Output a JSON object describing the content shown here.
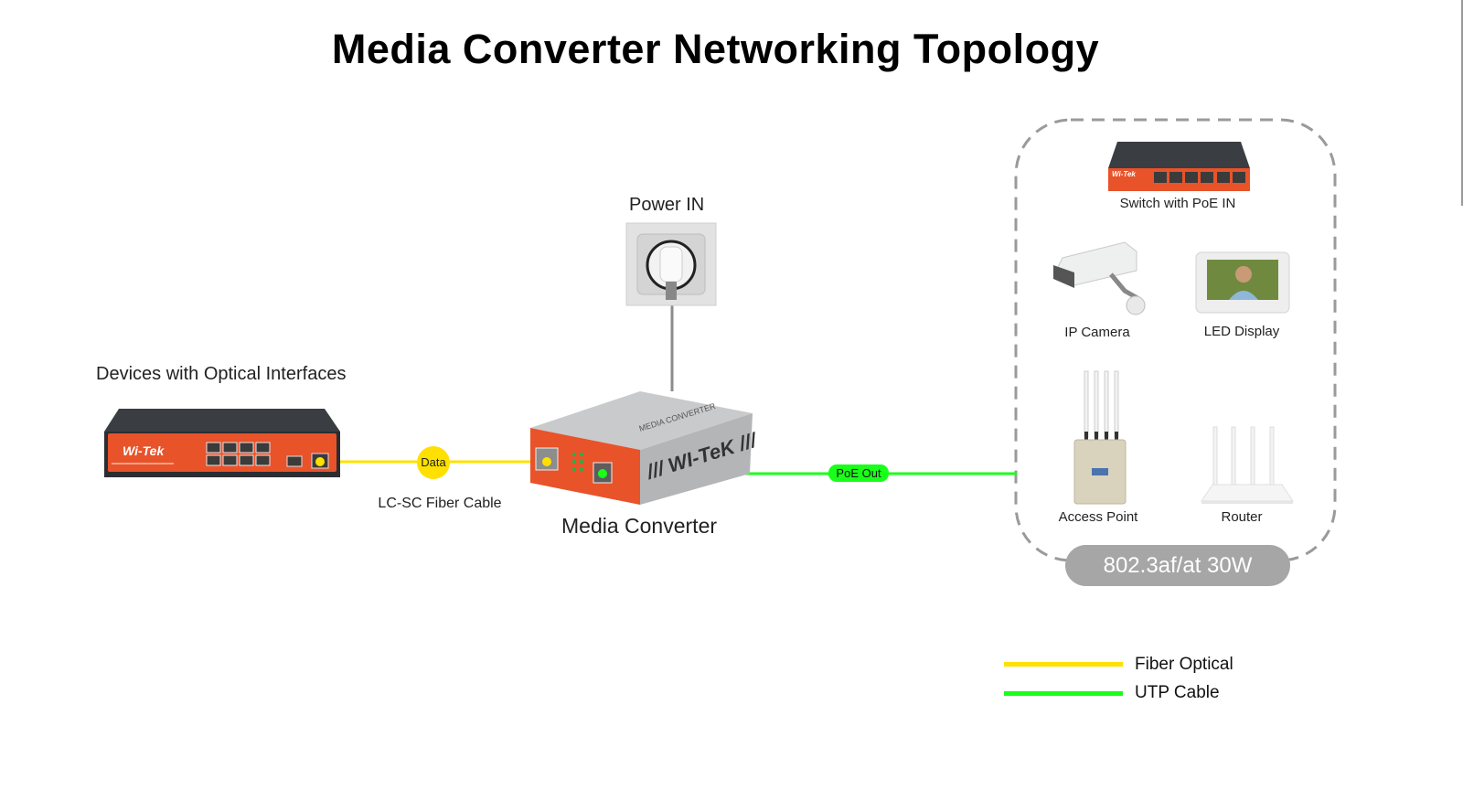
{
  "title": "Media Converter Networking Topology",
  "colors": {
    "fiber": "#ffe000",
    "utp": "#19ff19",
    "wi_tek_orange": "#e8532a",
    "badge_gray": "#a6a6a6",
    "dash_gray": "#9a9a9a"
  },
  "source": {
    "label": "Devices with Optical Interfaces",
    "device_icon": "wi-tek-poe-switch-icon",
    "brand": "Wi-Tek"
  },
  "fiber_link": {
    "badge": "Data",
    "label": "LC-SC Fiber Cable"
  },
  "power": {
    "label": "Power IN",
    "icon": "wall-socket-icon"
  },
  "converter": {
    "label": "Media Converter",
    "brand": "WI-TeK",
    "top_text": "MEDIA CONVERTER"
  },
  "utp_link": {
    "badge": "PoE Out"
  },
  "poe_devices": {
    "standard_badge": "802.3af/at 30W",
    "items": [
      {
        "label": "Switch with PoE IN",
        "icon": "poe-switch-icon"
      },
      {
        "label": "IP Camera",
        "icon": "ip-camera-icon"
      },
      {
        "label": "LED Display",
        "icon": "led-display-icon"
      },
      {
        "label": "Access Point",
        "icon": "access-point-icon"
      },
      {
        "label": "Router",
        "icon": "router-icon"
      }
    ]
  },
  "legend": [
    {
      "label": "Fiber Optical",
      "color": "#ffe000"
    },
    {
      "label": "UTP Cable",
      "color": "#19ff19"
    }
  ]
}
